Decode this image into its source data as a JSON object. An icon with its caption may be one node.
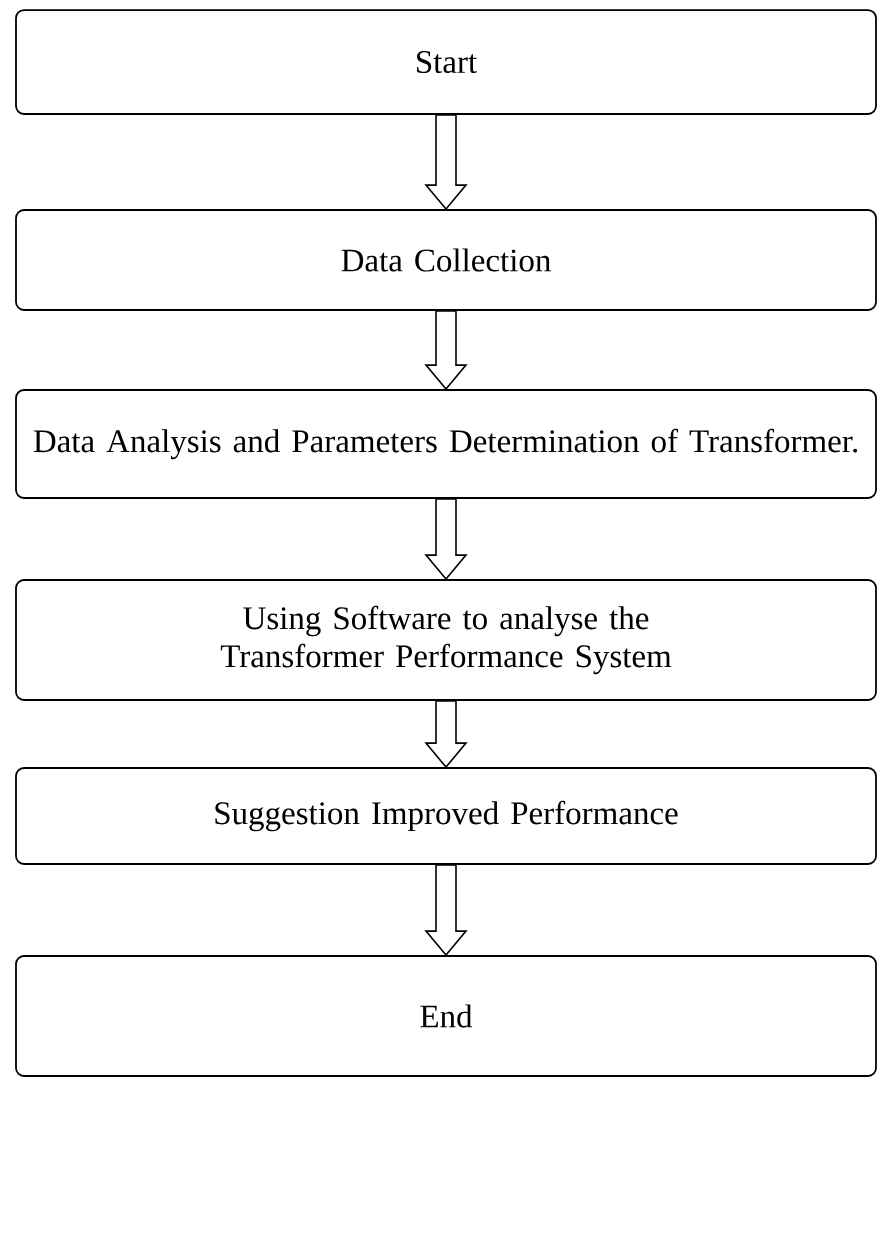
{
  "diagram": {
    "nodes": [
      {
        "text": [
          "Start"
        ]
      },
      {
        "text": [
          "Data Collection"
        ]
      },
      {
        "text": [
          "Data Analysis and Parameters Determination of Transformer."
        ]
      },
      {
        "text": [
          "Using Software to analyse the Transformer Performance System"
        ]
      },
      {
        "text": [
          "Suggestion Improved Performance"
        ]
      },
      {
        "text": [
          "End"
        ]
      }
    ],
    "edges": [
      {
        "from": 0,
        "to": 1,
        "arrow": "to"
      },
      {
        "from": 1,
        "to": 2,
        "arrow": "to"
      },
      {
        "from": 2,
        "to": 3,
        "arrow": "to"
      },
      {
        "from": 3,
        "to": 4,
        "arrow": "to"
      },
      {
        "from": 4,
        "to": 5,
        "arrow": "to"
      }
    ]
  }
}
